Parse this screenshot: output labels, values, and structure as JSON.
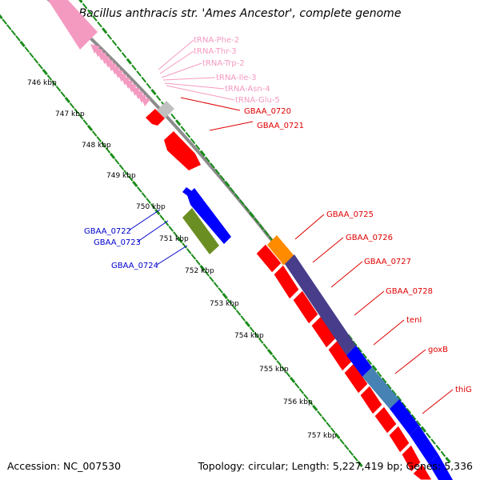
{
  "title": "Bacillus anthracis str. 'Ames Ancestor', complete genome",
  "footer": {
    "accession": "Accession: NC_007530",
    "summary": "Topology: circular; Length: 5,227,419 bp; Genes: 5,336"
  },
  "colors": {
    "backbone": "#8c8c8c",
    "ticks": "#1a8c1a",
    "trna": "#f49ac1",
    "red_gene": "#ff0000",
    "blue_gene": "#0000ff",
    "olive_gene": "#6b8e23",
    "orange_gene": "#ff8c00",
    "purple_gene": "#483d8b",
    "steel_gene": "#4682b4",
    "grey_gene": "#c0c0c0",
    "label_red": "#e00000",
    "label_blue": "#0000cc",
    "label_pink": "#f49ac1"
  },
  "scale_labels": [
    "746 kbp",
    "747 kbp",
    "748 kbp",
    "749 kbp",
    "750 kbp",
    "751 kbp",
    "752 kbp",
    "753 kbp",
    "754 kbp",
    "755 kbp",
    "756 kbp",
    "757 kbp"
  ],
  "trna_labels": [
    "tRNA-Phe-2",
    "tRNA-Thr-3",
    "tRNA-Trp-2",
    "tRNA-Ile-3",
    "tRNA-Asn-4",
    "tRNA-Glu-5"
  ],
  "gene_labels_right": [
    "GBAA_0720",
    "GBAA_0721",
    "GBAA_0725",
    "GBAA_0726",
    "GBAA_0727",
    "GBAA_0728",
    "tenI",
    "goxB",
    "thiG"
  ],
  "gene_labels_left": [
    "GBAA_0722",
    "GBAA_0723",
    "GBAA_0724"
  ]
}
